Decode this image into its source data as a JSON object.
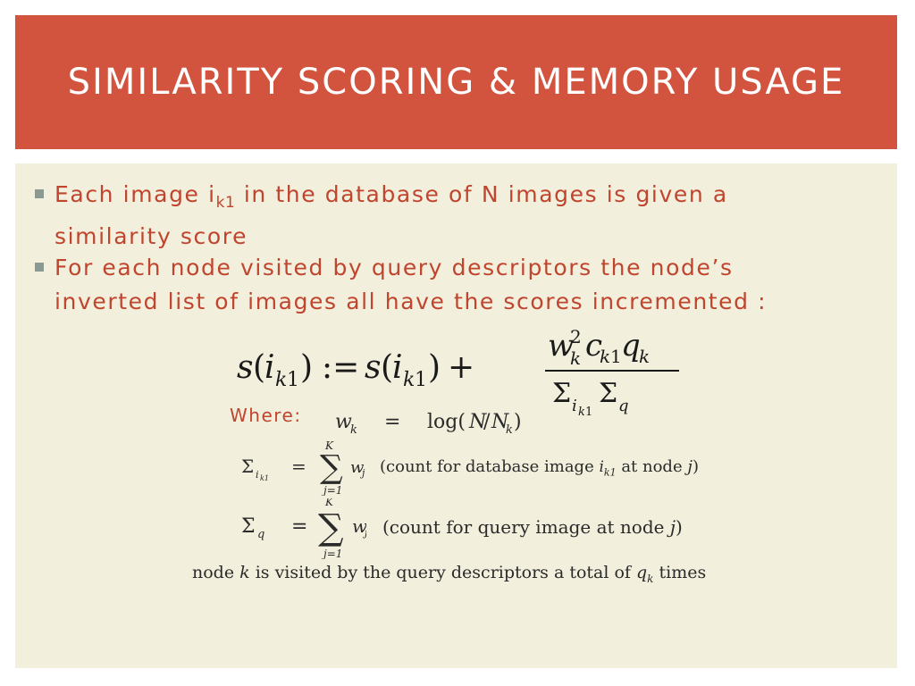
{
  "slide": {
    "title": "SIMILARITY SCORING & MEMORY USAGE",
    "bullets": [
      {
        "text_a": "Each image i",
        "sub": "k1",
        "text_b": " in the database of N images is given a",
        "line2": "similarity score"
      },
      {
        "line1": "For each node visited by query descriptors the node’s",
        "line2": "inverted list of images all have the scores incremented :"
      }
    ],
    "where_label": "Where:",
    "definitions": {
      "sigma_ik1_text": "(count for database image",
      "sigma_ik1_tail": "at node",
      "sigma_q_text": "(count for query image at node",
      "visit_a": "node",
      "visit_b": "is visited by the query",
      "visit_c": "descriptors a total of",
      "visit_d": "times"
    }
  },
  "colors": {
    "title_bg": "#d2533e",
    "content_bg": "#f2efdc",
    "accent_text": "#c0452f",
    "bullet_marker": "#8a9a93"
  }
}
